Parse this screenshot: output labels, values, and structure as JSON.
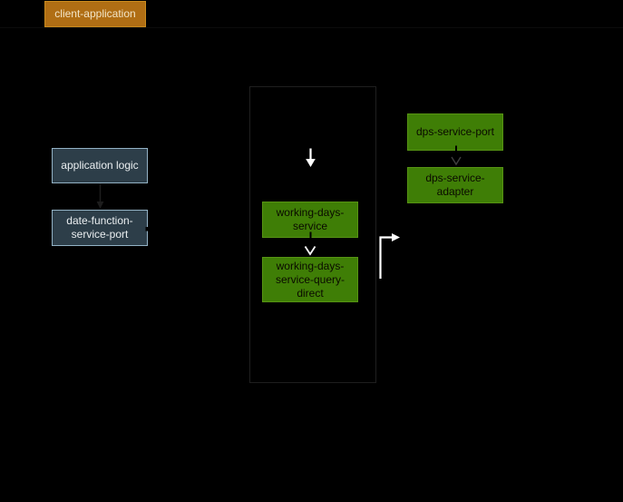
{
  "diagram": {
    "background_color": "#000000",
    "container_border_color": "#1f1f1f",
    "nodes": {
      "client_application": {
        "label": "client-application",
        "fill": "#b06e14",
        "stroke": "#c98b1e",
        "text_color": "#f2e5c7"
      },
      "application_logic": {
        "label": "application logic",
        "fill": "#2d3e49",
        "stroke": "#93b2c5",
        "text_color": "#eaeef0"
      },
      "date_function_service_port": {
        "label": "date-function-service-port",
        "fill": "#2d3e49",
        "stroke": "#93b2c5",
        "text_color": "#eaeef0"
      },
      "working_days_service_container": {
        "label": "",
        "fill": "#000000",
        "stroke": "#1f1f1f"
      },
      "working_days_service": {
        "label": "working-days-service",
        "fill": "#3f7e06",
        "stroke": "#569313",
        "text_color": "#0a0a00"
      },
      "working_days_service_query_direct": {
        "label": "working-days-service-query-direct",
        "fill": "#3f7e06",
        "stroke": "#569313",
        "text_color": "#0a0a00"
      },
      "dps_service_port": {
        "label": "dps-service-port",
        "fill": "#3f7e06",
        "stroke": "#569313",
        "text_color": "#0a0a00"
      },
      "dps_service_adapter": {
        "label": "dps-service-adapter",
        "fill": "#3f7e06",
        "stroke": "#569313",
        "text_color": "#0a0a00"
      }
    },
    "edges": [
      {
        "from": "application logic",
        "to": "date-function-service-port",
        "style": "solid-arrow",
        "color": "#1d1d1d"
      },
      {
        "from": "client-application",
        "to": "working-days-service",
        "style": "solid-arrow",
        "color": "#ffffff"
      },
      {
        "from": "working-days-service",
        "to": "working-days-service-query-direct",
        "style": "open-chevron",
        "color": "#ffffff"
      },
      {
        "from": "dps-service-port",
        "to": "dps-service-adapter",
        "style": "open-chevron",
        "color": "#3f3f3f"
      },
      {
        "from": "working-days-service-query-direct",
        "to": "right",
        "style": "elbow-arrow",
        "color": "#ffffff"
      }
    ]
  }
}
